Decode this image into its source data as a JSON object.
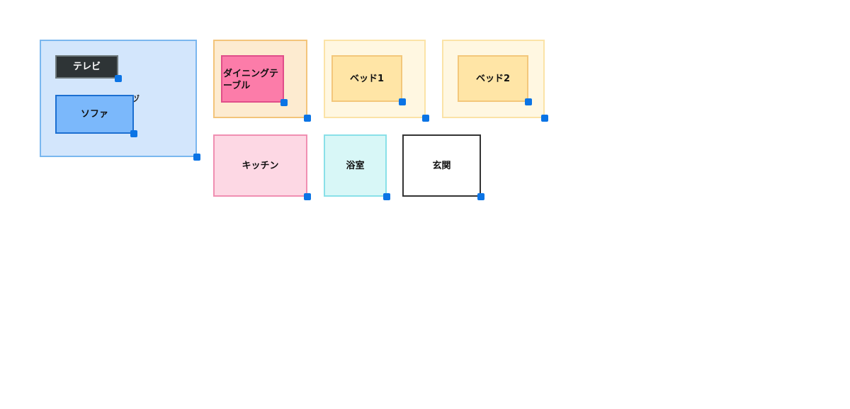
{
  "rooms": {
    "living": {
      "label": ""
    },
    "tv": {
      "label": "テレビ"
    },
    "sofa": {
      "label": "ソファ"
    },
    "living_stray_mark": "ヅ",
    "dining_area": {
      "label": ""
    },
    "dining_table": {
      "label": "ダイニングテーブル"
    },
    "bed1_area": {
      "label": ""
    },
    "bed1": {
      "label": "ベッド1"
    },
    "bed2_area": {
      "label": ""
    },
    "bed2": {
      "label": "ベッド2"
    },
    "kitchen": {
      "label": "キッチン"
    },
    "bath": {
      "label": "浴室"
    },
    "entrance": {
      "label": "玄関"
    }
  },
  "colors": {
    "handle": "#0b74e5",
    "living_fill": "#d3e6fc",
    "living_border": "#7ab7ef",
    "tv_fill": "#2e3436",
    "tv_border": "#6f7a7d",
    "sofa_fill": "#7bb8fb",
    "sofa_border": "#1c6fd1",
    "dining_area_fill": "#fdebd0",
    "dining_area_border": "#f3c47a",
    "dining_table_fill": "#fc7ca9",
    "dining_table_border": "#e04e8a",
    "bed_area_fill": "#fff7e1",
    "bed_area_border": "#fbe3a7",
    "bed_fill": "#ffe5a6",
    "bed_border": "#f3c77b",
    "kitchen_fill": "#fdd8e4",
    "kitchen_border": "#f08fb2",
    "bath_fill": "#d8f7f7",
    "bath_border": "#89e0e8",
    "entrance_fill": "#ffffff",
    "entrance_border": "#333333"
  }
}
